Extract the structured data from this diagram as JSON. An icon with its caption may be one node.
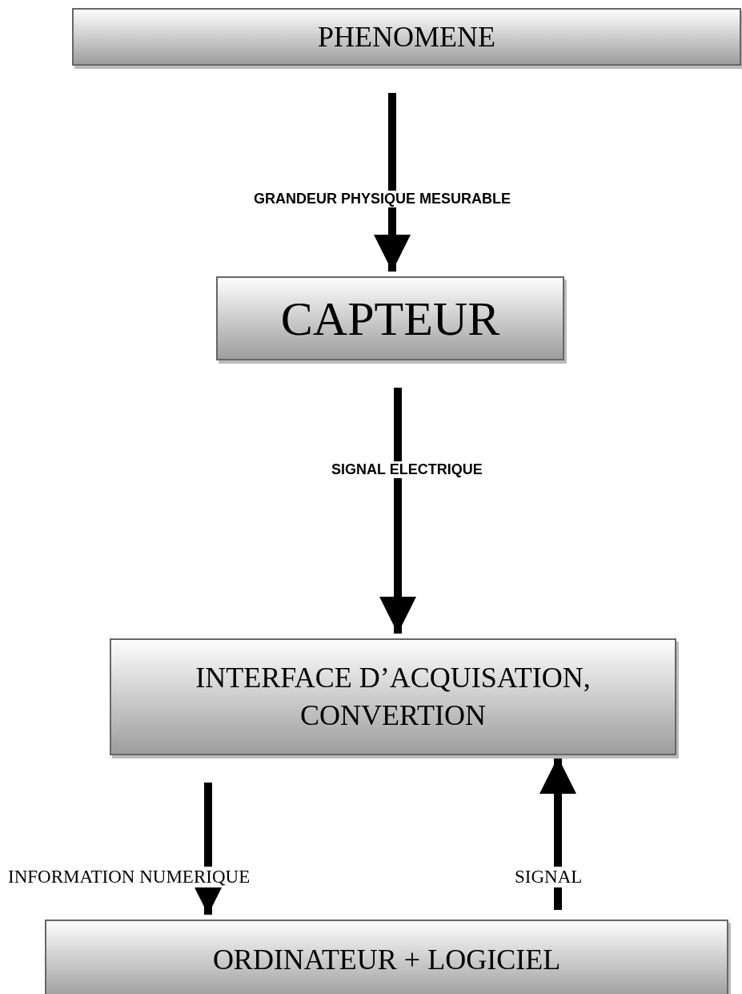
{
  "diagram": {
    "nodes": [
      {
        "text": [
          "PHENOMENE"
        ]
      },
      {
        "text": [
          "CAPTEUR"
        ]
      },
      {
        "text": [
          "INTERFACE D’ACQUISATION, CONVERTION"
        ]
      },
      {
        "text": [
          "ORDINATEUR  + LOGICIEL"
        ]
      }
    ],
    "edges": [
      {
        "from": 0,
        "to": 1,
        "arrow": "to",
        "label": "GRANDEUR PHYSIQUE MESURABLE"
      },
      {
        "from": 1,
        "to": 2,
        "arrow": "to",
        "label": "SIGNAL ELECTRIQUE"
      },
      {
        "from": 2,
        "to": 3,
        "arrow": "to",
        "label": "INFORMATION NUMERIQUE"
      },
      {
        "from": 3,
        "to": 2,
        "arrow": "to",
        "label": "SIGNAL"
      }
    ]
  }
}
